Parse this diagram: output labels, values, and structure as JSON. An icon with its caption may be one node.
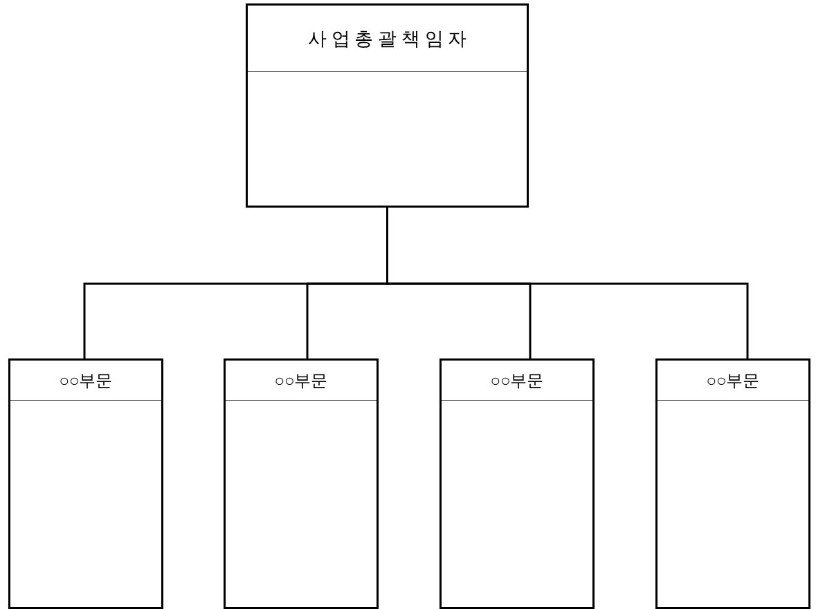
{
  "diagram": {
    "nodes": [
      {
        "text": [
          "사 업 총 괄 책 임 자"
        ]
      },
      {
        "text": [
          "○○부문"
        ]
      },
      {
        "text": [
          "○○부문"
        ]
      },
      {
        "text": [
          "○○부문"
        ]
      },
      {
        "text": [
          "○○부문"
        ]
      }
    ],
    "edges": [
      {
        "from": 0,
        "to": 1,
        "arrow": "none"
      },
      {
        "from": 0,
        "to": 2,
        "arrow": "none"
      },
      {
        "from": 0,
        "to": 3,
        "arrow": "none"
      },
      {
        "from": 0,
        "to": 4,
        "arrow": "none"
      }
    ]
  }
}
